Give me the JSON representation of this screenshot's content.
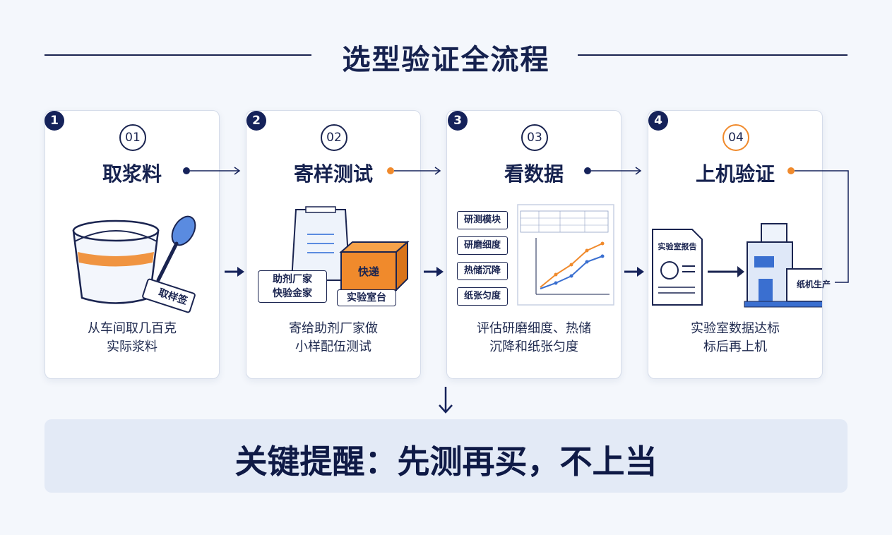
{
  "title": "选型验证全流程",
  "steps": [
    {
      "badge": "1",
      "number": "01",
      "title": "取浆料",
      "desc_line1": "从车间取几百克",
      "desc_line2": "实际浆料",
      "tag": "取样签"
    },
    {
      "badge": "2",
      "number": "02",
      "title": "寄样测试",
      "desc_line1": "寄给助剂厂家做",
      "desc_line2": "小样配伍测试",
      "box_label": "快递",
      "label_a": "助剂厂家",
      "label_b": "快验金家",
      "label_c": "实验室台"
    },
    {
      "badge": "3",
      "number": "03",
      "title": "看数据",
      "desc_line1": "评估研磨细度、热储",
      "desc_line2": "沉降和纸张匀度",
      "modules": [
        "研测模块",
        "研磨细度",
        "热储沉降",
        "纸张匀度"
      ]
    },
    {
      "badge": "4",
      "number": "04",
      "title": "上机验证",
      "desc_line1": "实验室数据达标",
      "desc_line2": "标后再上机",
      "report_label": "实验室报告",
      "machine_label": "纸机生产"
    }
  ],
  "reminder": "关键提醒：先测再买，不上当",
  "colors": {
    "navy": "#15225a",
    "orange": "#f08a2c",
    "blue": "#3a6fd0"
  }
}
